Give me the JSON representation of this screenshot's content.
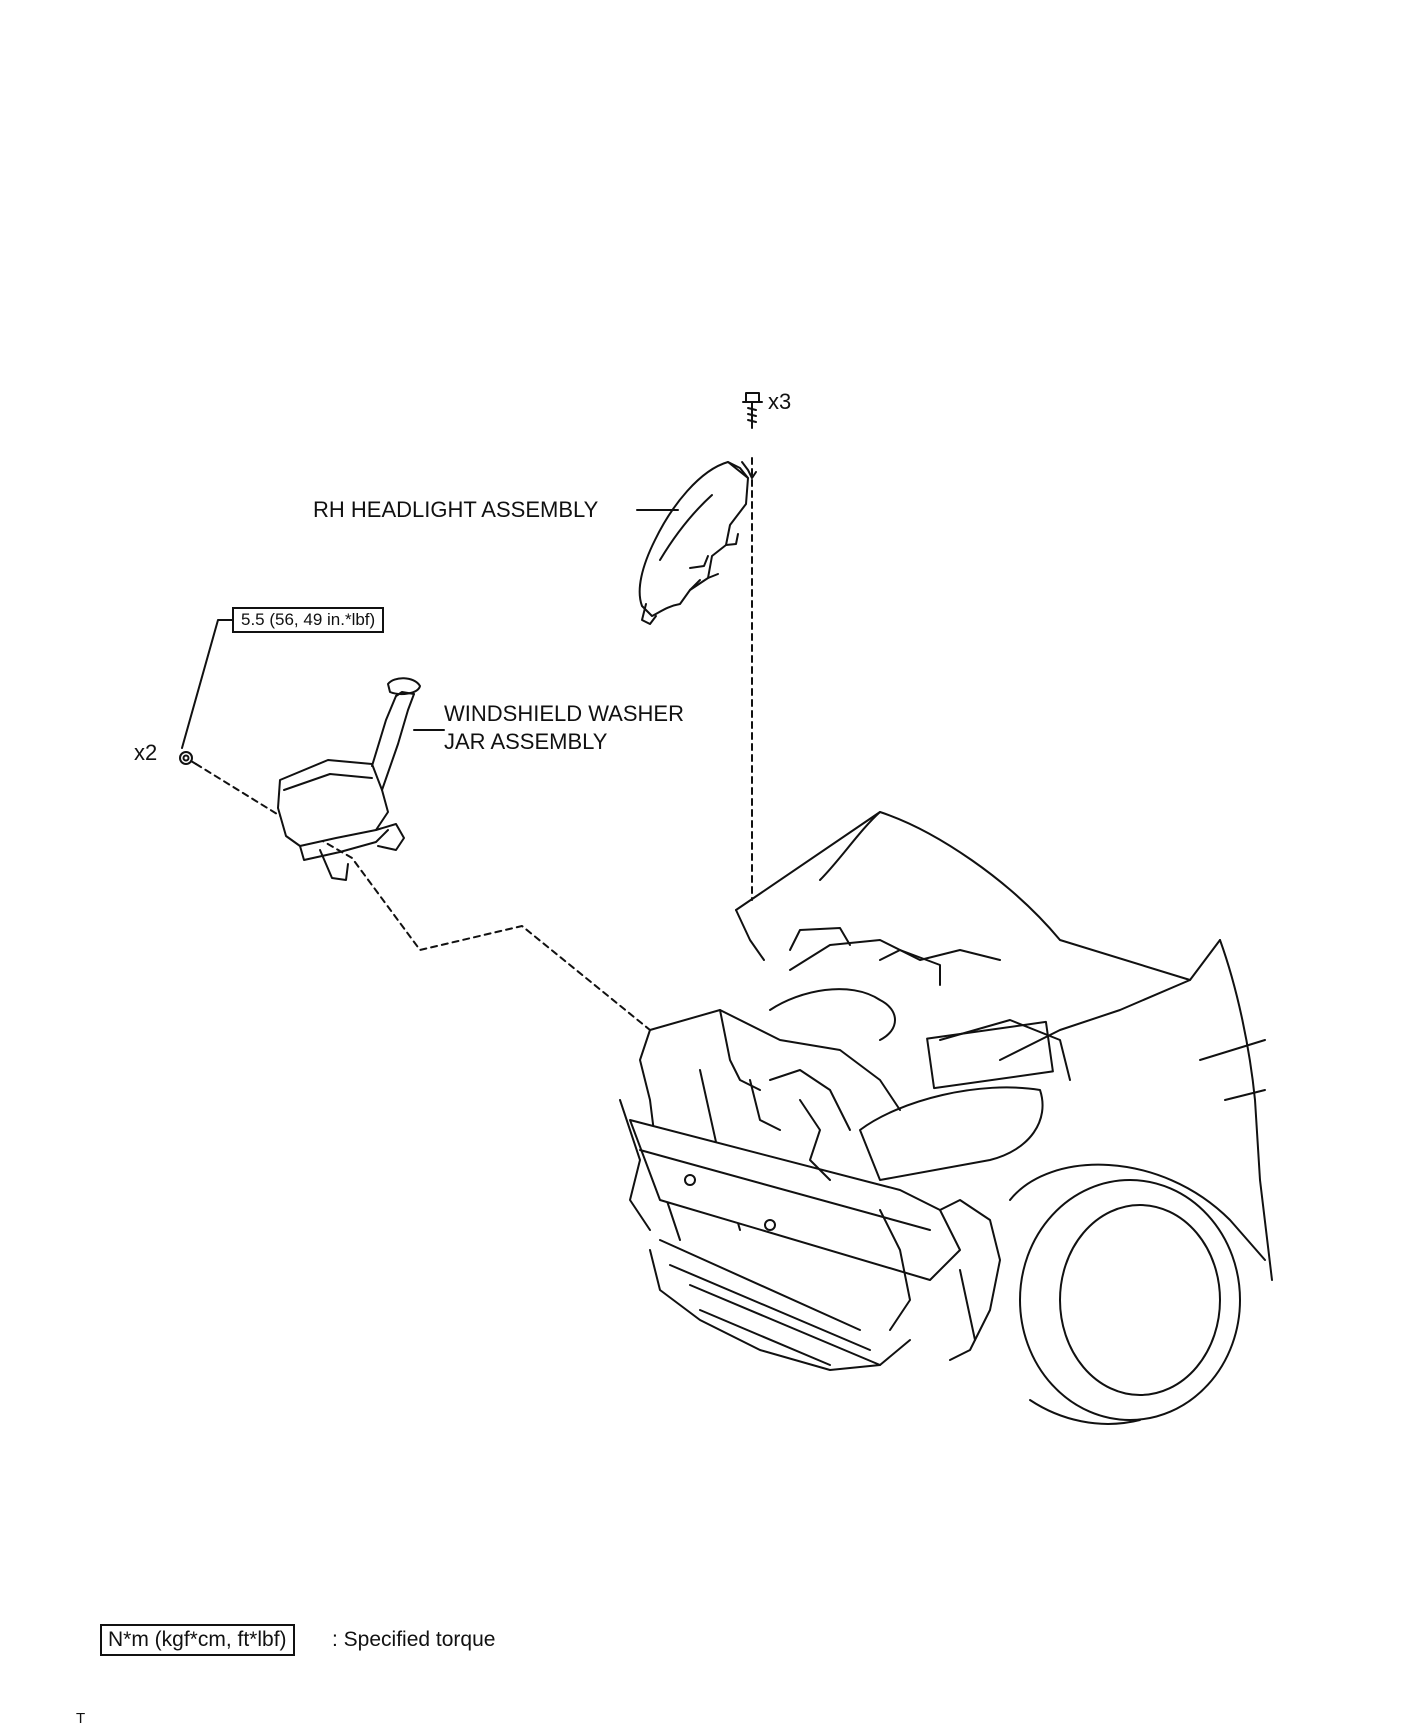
{
  "labels": {
    "headlight": "RH HEADLIGHT ASSEMBLY",
    "washer_line1": "WINDSHIELD WASHER",
    "washer_line2": "JAR ASSEMBLY",
    "qty_bolts_headlight": "x3",
    "qty_bolts_washer": "x2",
    "torque_value": "5.5 (56, 49 in.*lbf)"
  },
  "legend": {
    "box_text": "N*m (kgf*cm, ft*lbf)",
    "description": ": Specified torque"
  },
  "corner_mark": "T",
  "colors": {
    "line": "#111111",
    "background": "#ffffff"
  }
}
